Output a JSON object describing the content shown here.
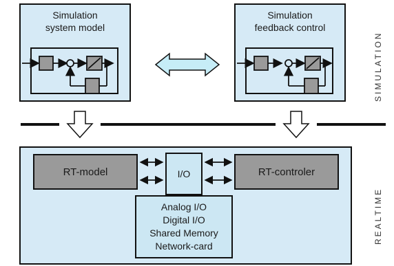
{
  "simulation": {
    "system_model": {
      "title_line1": "Simulation",
      "title_line2": "system model"
    },
    "feedback_control": {
      "title_line1": "Simulation",
      "title_line2": "feedback control"
    },
    "side_label": "SIMULATION"
  },
  "realtime": {
    "side_label": "REALTIME",
    "rt_model": "RT-model",
    "io": "I/O",
    "rt_controller": "RT-controler",
    "io_types": [
      "Analog I/O",
      "Digital I/O",
      "Shared Memory",
      "Network-card"
    ]
  },
  "colors": {
    "panel": "#d6eaf6",
    "block": "#9a9a9a",
    "arrow": "#ffffff",
    "divider": "#111111"
  }
}
